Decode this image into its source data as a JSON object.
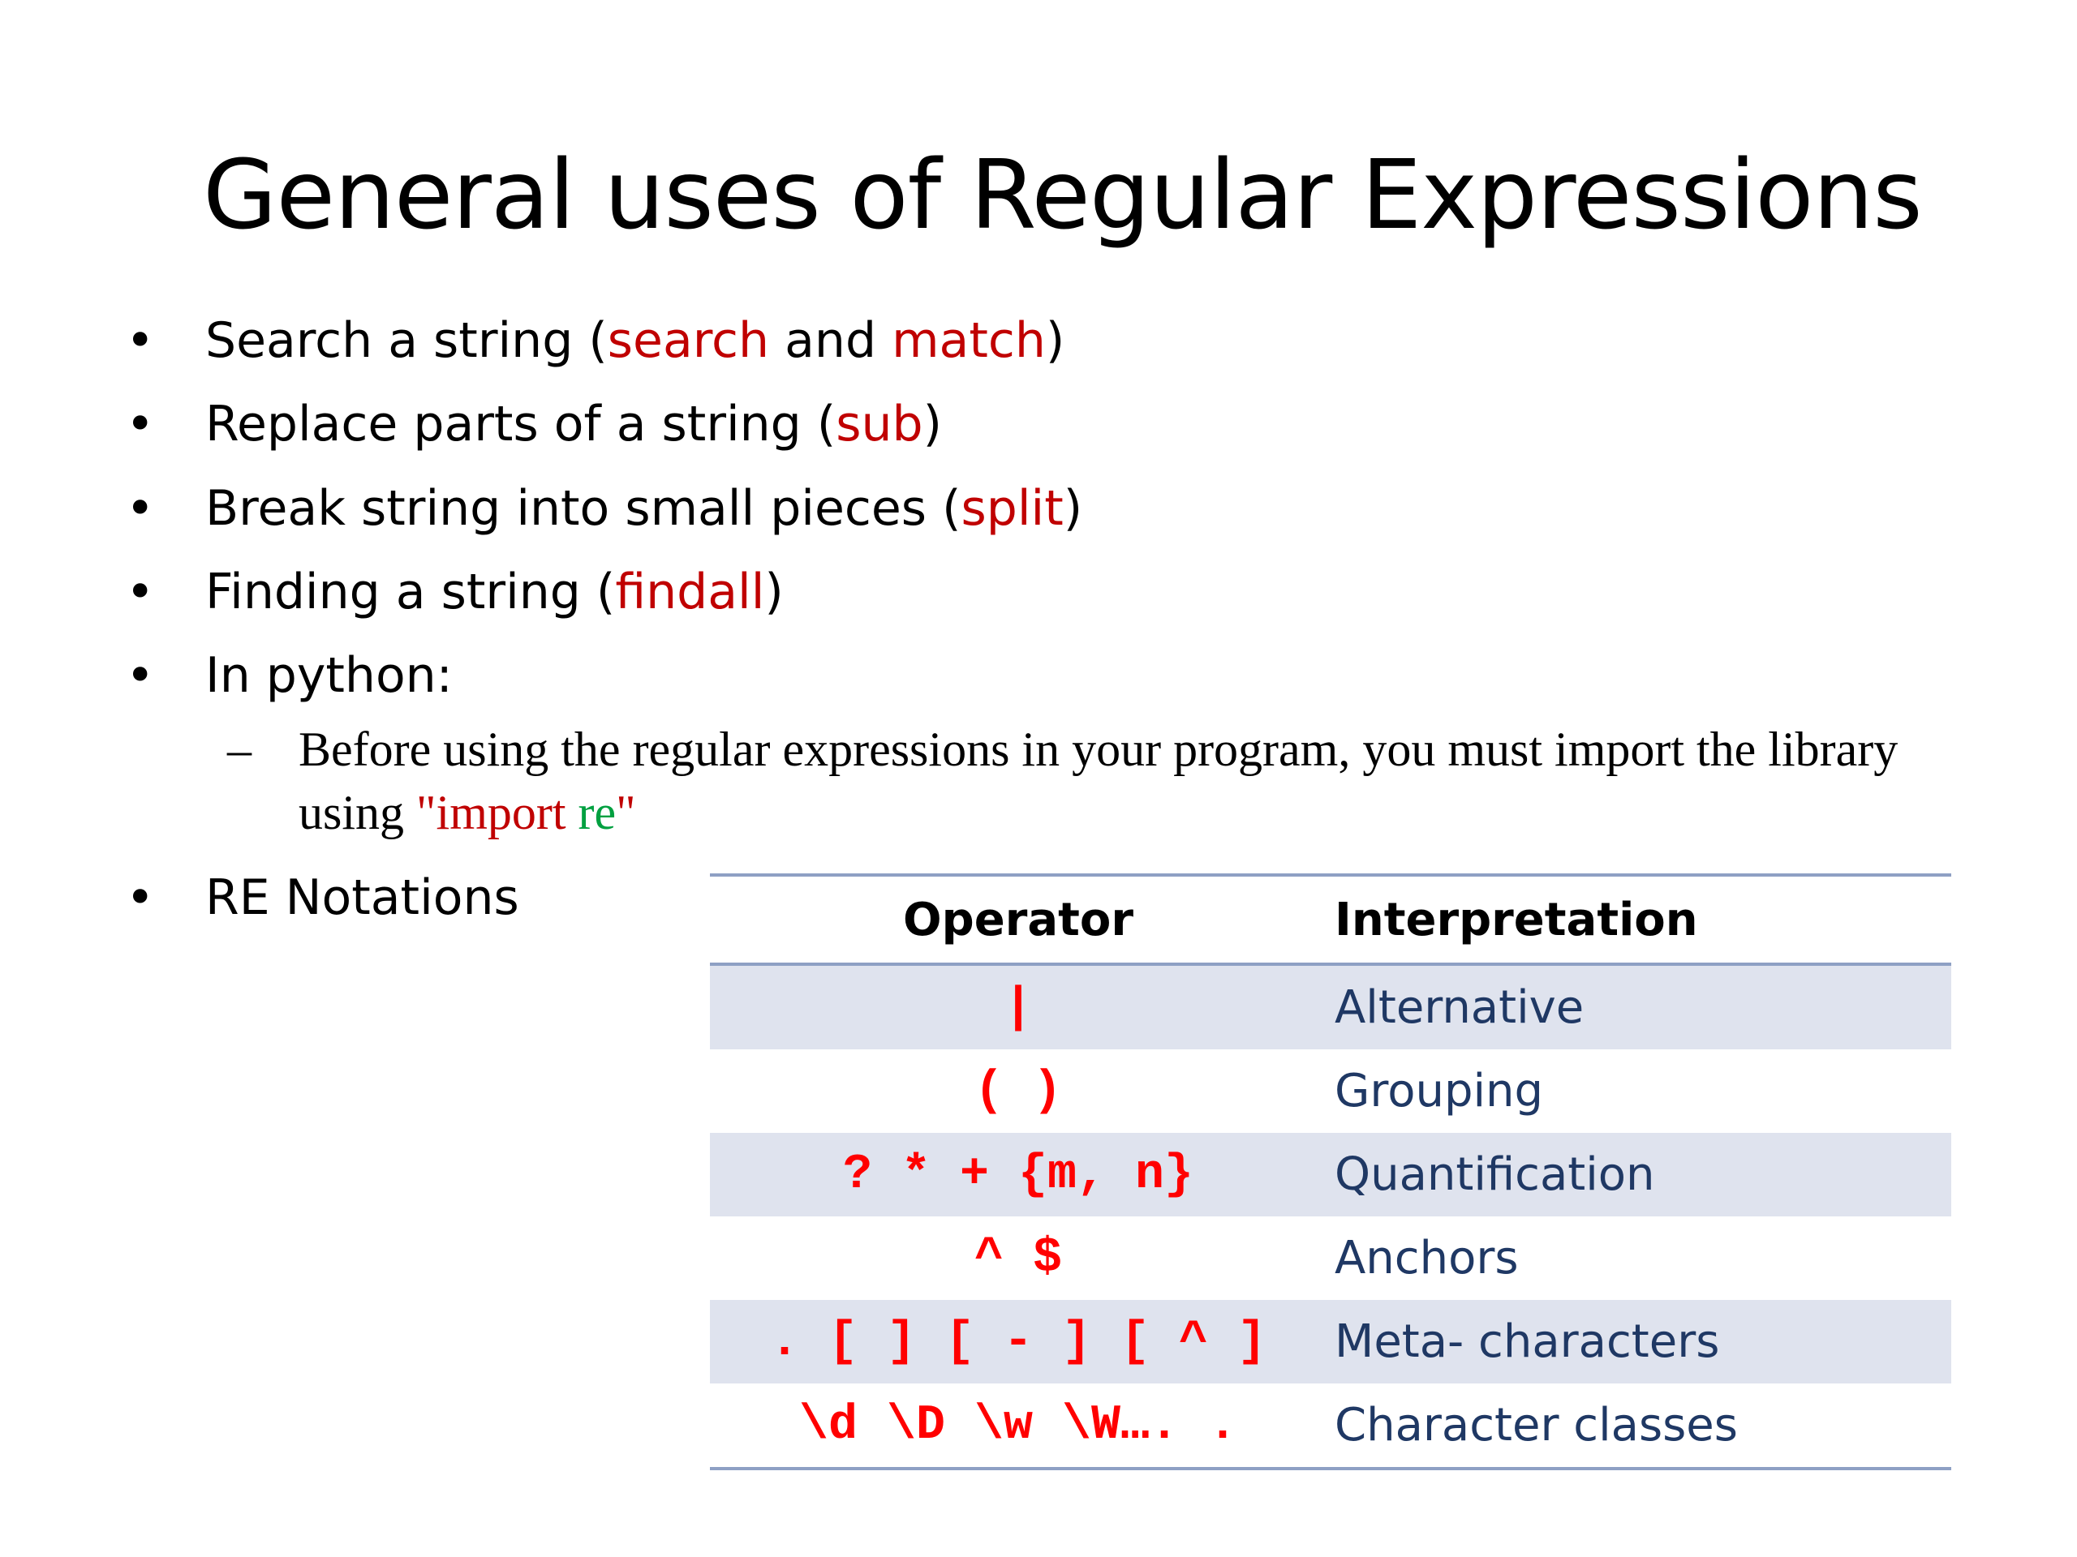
{
  "title": "General uses of Regular Expressions",
  "bullet_symbol": "•",
  "bullets": [
    {
      "pre": "Search a string (",
      "kw1": "search",
      "mid": " and ",
      "kw2": "match",
      "post": ")"
    },
    {
      "pre": "Replace parts of a string (",
      "kw1": "sub",
      "post": ")"
    },
    {
      "pre": "Break string into small pieces (",
      "kw1": "split",
      "post": ")"
    },
    {
      "pre": "Finding a string (",
      "kw1": "findall",
      "post": ")"
    },
    {
      "text": "In python:"
    },
    {
      "text": "RE Notations"
    }
  ],
  "sub_bullet": {
    "dash": "–",
    "text": "Before using the regular expressions in your program, you  must import the library using ",
    "quote_open": "\"import ",
    "module": "re",
    "quote_close": "\""
  },
  "table": {
    "headers": [
      "Operator",
      "Interpretation"
    ],
    "rows": [
      {
        "operator": "|",
        "interpretation": "Alternative"
      },
      {
        "operator": "( )",
        "interpretation": "Grouping"
      },
      {
        "operator": "? * + {m, n}",
        "interpretation": "Quantification"
      },
      {
        "operator": "^ $",
        "interpretation": "Anchors"
      },
      {
        "operator": ". [ ] [ - ] [ ^ ]",
        "interpretation": "Meta- characters"
      },
      {
        "operator": "\\d \\D \\w \\W…. .",
        "interpretation": "Character classes"
      }
    ]
  },
  "colors": {
    "keyword": "#c00000",
    "module": "#00a040",
    "operator": "#ff0000",
    "interpretation": "#1f3864",
    "table_rule": "#8ea0c4",
    "row_shade": "#dfe3ee"
  }
}
